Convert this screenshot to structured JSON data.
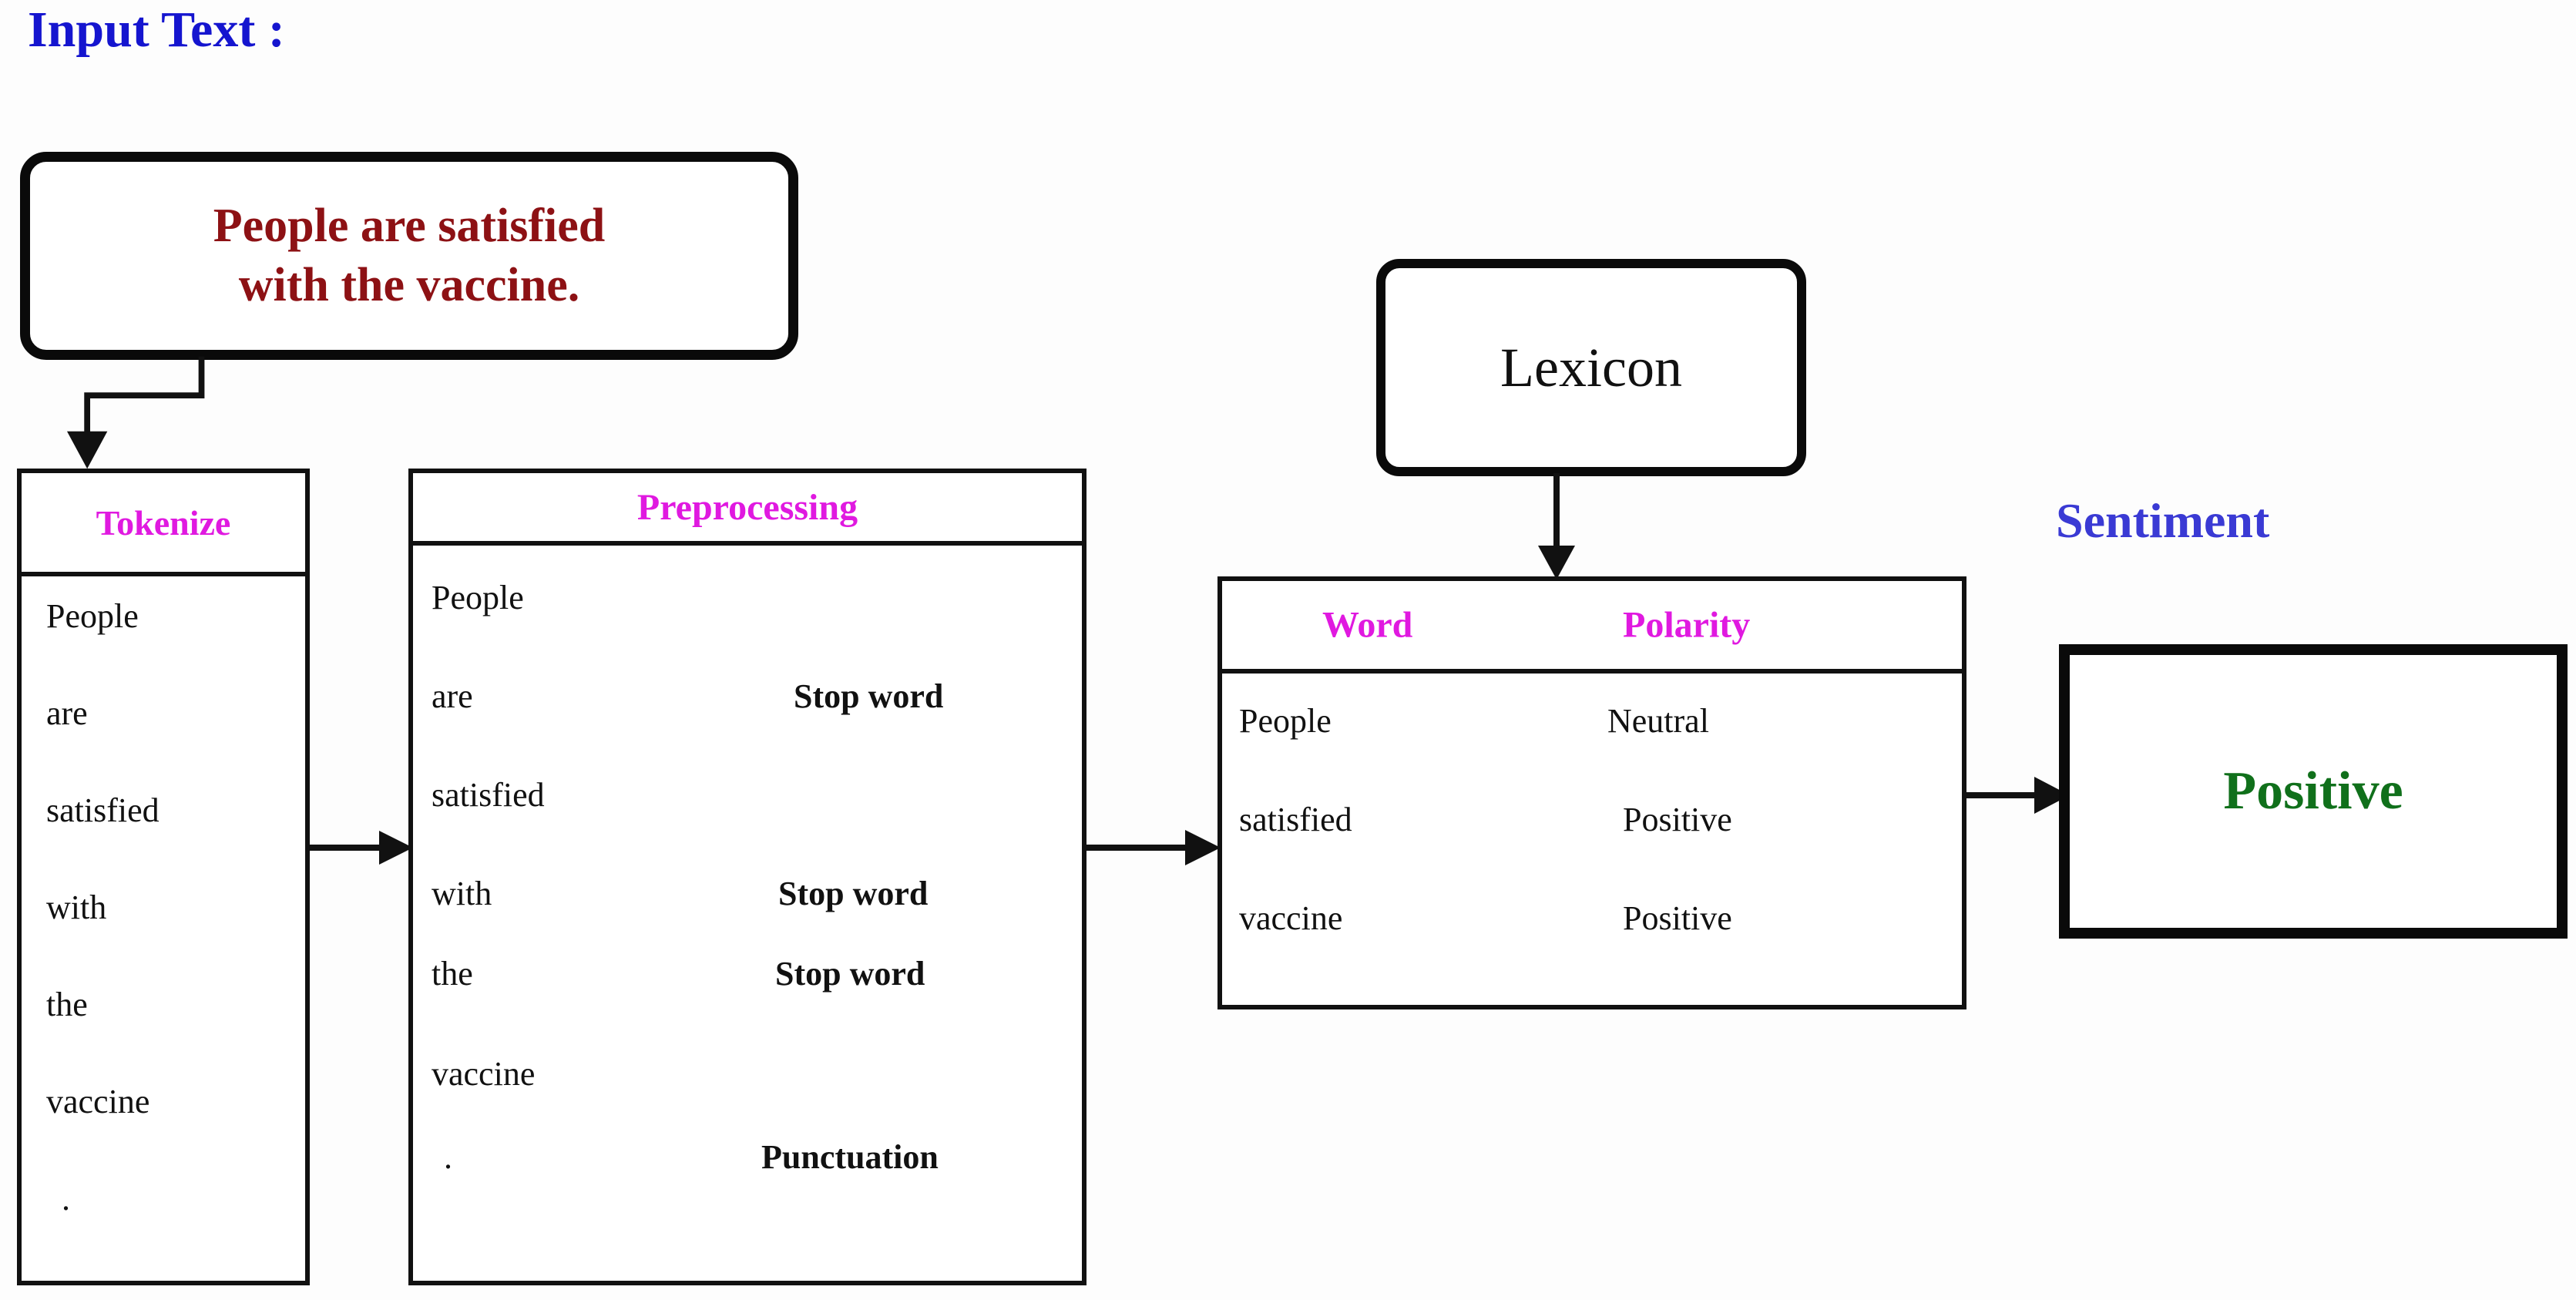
{
  "heading": {
    "input_text_label": "Input Text :",
    "sentiment_label": "Sentiment"
  },
  "input_box": {
    "sentence_line1": "People are satisfied",
    "sentence_line2": "with the vaccine."
  },
  "tokenize": {
    "title": "Tokenize",
    "tokens": [
      "People",
      "are",
      "satisfied",
      "with",
      "the",
      "vaccine",
      "."
    ]
  },
  "preprocessing": {
    "title": "Preprocessing",
    "rows": [
      {
        "token": "People",
        "tag": ""
      },
      {
        "token": "are",
        "tag": "Stop word"
      },
      {
        "token": "satisfied",
        "tag": ""
      },
      {
        "token": "with",
        "tag": "Stop word"
      },
      {
        "token": "the",
        "tag": "Stop word"
      },
      {
        "token": "vaccine",
        "tag": ""
      },
      {
        "token": ".",
        "tag": "Punctuation"
      }
    ]
  },
  "lexicon": {
    "label": "Lexicon"
  },
  "lexicon_table": {
    "columns": [
      "Word",
      "Polarity"
    ],
    "rows": [
      {
        "word": "People",
        "polarity": "Neutral"
      },
      {
        "word": "satisfied",
        "polarity": "Positive"
      },
      {
        "word": "vaccine",
        "polarity": "Positive"
      }
    ]
  },
  "sentiment_result": {
    "value": "Positive"
  },
  "colors": {
    "heading_blue": "#1515cf",
    "sentiment_blue": "#3a3ad4",
    "input_red": "#8d1114",
    "magenta": "#e019e0",
    "result_green": "#10701b",
    "outline_black": "#111111"
  }
}
